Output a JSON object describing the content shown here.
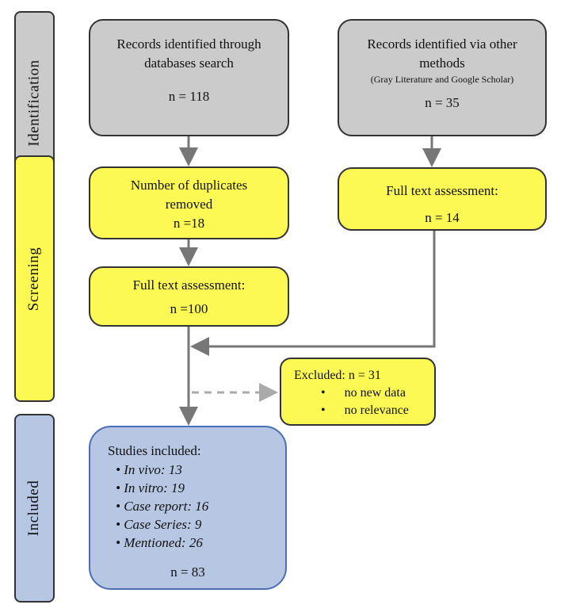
{
  "phases": {
    "identification": "Identification",
    "screening": "Screening",
    "included": "Included"
  },
  "colors": {
    "gray": "#cbcbcb",
    "yellow": "#fdf954",
    "blue": "#b6c6e3",
    "arrow": "#777777"
  },
  "boxes": {
    "db_search": {
      "title": "Records identified through databases search",
      "n": "n = 118"
    },
    "other_methods": {
      "title": "Records identified via other methods",
      "note": "(Gray Literature and Google Scholar)",
      "n": "n = 35"
    },
    "duplicates": {
      "title": "Number of duplicates removed",
      "n": "n =18"
    },
    "fulltext_right": {
      "title": "Full text assessment:",
      "n": "n = 14"
    },
    "fulltext_left": {
      "title": "Full text assessment:",
      "n": "n =100"
    },
    "excluded": {
      "title": "Excluded: n = 31",
      "reasons": [
        "no new data",
        "no relevance"
      ]
    },
    "included": {
      "title": "Studies included:",
      "items": [
        "In vivo: 13",
        "In vitro: 19",
        "Case report: 16",
        "Case Series: 9",
        "Mentioned: 26"
      ],
      "n": "n = 83"
    }
  }
}
